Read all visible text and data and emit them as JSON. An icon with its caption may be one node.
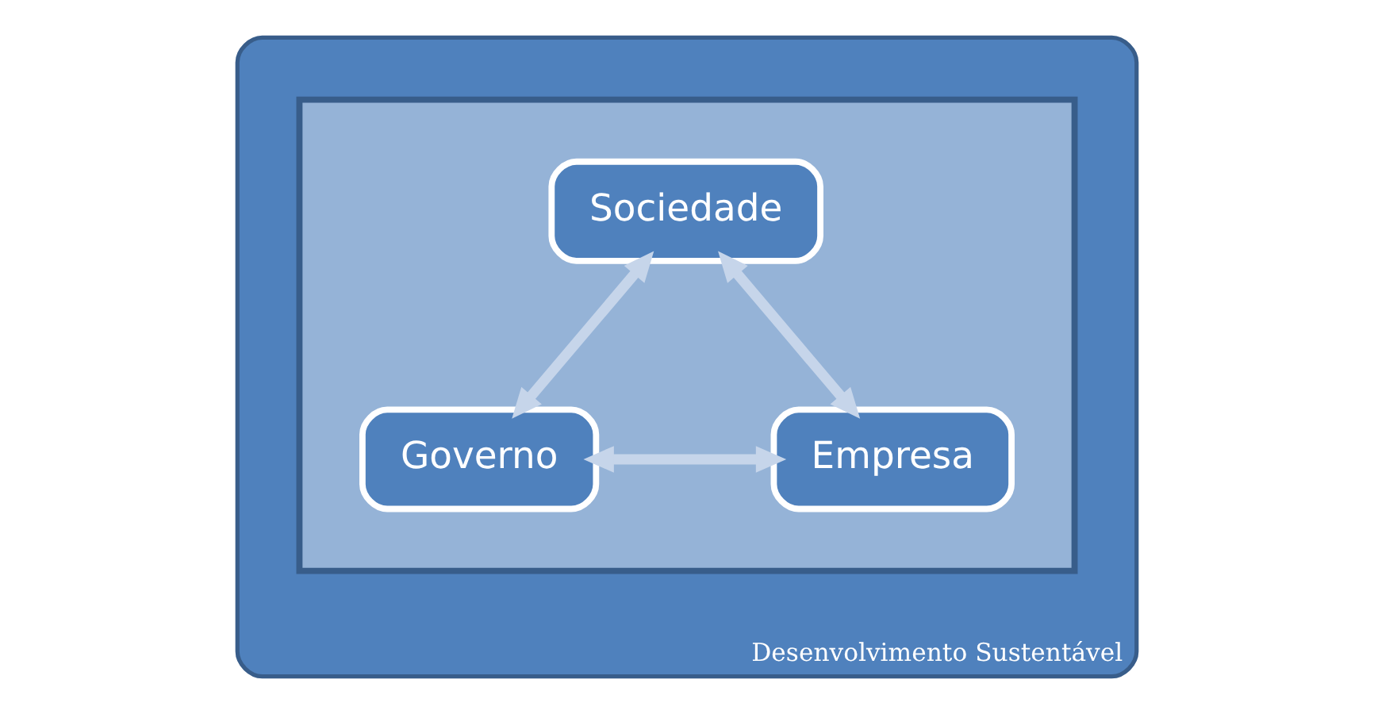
{
  "diagram": {
    "nodes": [
      {
        "text": [
          "Desenvolvimento Sustentável"
        ]
      },
      {
        "text": [],
        "shape": "pentagon",
        "in": 0
      },
      {
        "text": [
          "Sociedade"
        ],
        "in": 1
      },
      {
        "text": [
          "Governo"
        ],
        "in": 1
      },
      {
        "text": [
          "Empresa"
        ],
        "in": 1
      }
    ],
    "edges": [
      {
        "from": 2,
        "to": 3,
        "arrow": "both"
      },
      {
        "from": 2,
        "to": 4,
        "arrow": "both"
      },
      {
        "from": 3,
        "to": 4,
        "arrow": "both"
      }
    ]
  }
}
